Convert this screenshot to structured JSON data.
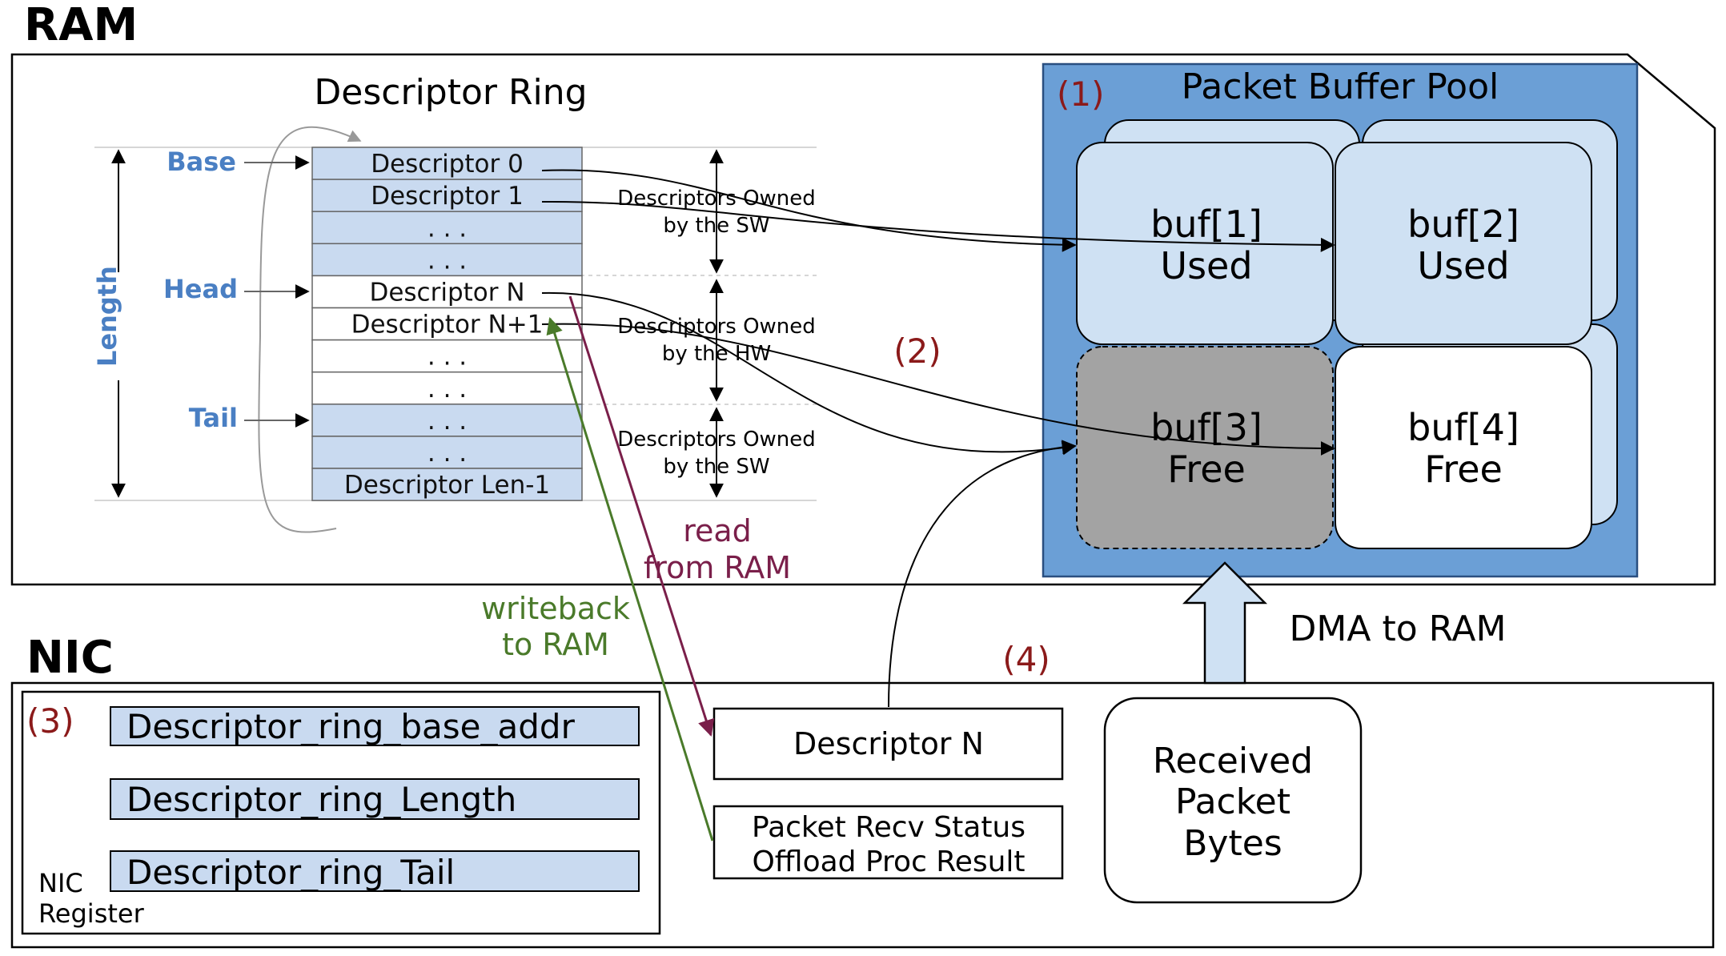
{
  "sections": {
    "ram_title": "RAM",
    "nic_title": "NIC"
  },
  "ring": {
    "title": "Descriptor Ring",
    "pointers": {
      "base": "Base",
      "head": "Head",
      "tail": "Tail",
      "length": "Length"
    },
    "rows": [
      {
        "label": "Descriptor 0",
        "owner": "sw"
      },
      {
        "label": "Descriptor 1",
        "owner": "sw"
      },
      {
        "label": ". . .",
        "owner": "sw"
      },
      {
        "label": ". . .",
        "owner": "sw"
      },
      {
        "label": "Descriptor N",
        "owner": "hw"
      },
      {
        "label": "Descriptor N+1",
        "owner": "hw"
      },
      {
        "label": ". . .",
        "owner": "hw"
      },
      {
        "label": ". . .",
        "owner": "hw"
      },
      {
        "label": ". . .",
        "owner": "sw"
      },
      {
        "label": ". . .",
        "owner": "sw"
      },
      {
        "label": "Descriptor Len-1",
        "owner": "sw"
      }
    ],
    "ownership": [
      {
        "line1": "Descriptors Owned",
        "line2": "by the SW"
      },
      {
        "line1": "Descriptors Owned",
        "line2": "by the HW"
      },
      {
        "line1": "Descriptors Owned",
        "line2": "by the SW"
      }
    ]
  },
  "pool": {
    "marker": "(1)",
    "title": "Packet Buffer Pool",
    "buffers": [
      {
        "name": "buf[1]",
        "state": "Used"
      },
      {
        "name": "buf[2]",
        "state": "Used"
      },
      {
        "name": "buf[3]",
        "state": "Free"
      },
      {
        "name": "buf[4]",
        "state": "Free"
      }
    ]
  },
  "markers": {
    "m2": "(2)",
    "m3": "(3)",
    "m4": "(4)"
  },
  "arrows": {
    "read_l1": "read",
    "read_l2": "from RAM",
    "writeback_l1": "writeback",
    "writeback_l2": "to RAM",
    "dma": "DMA to RAM"
  },
  "nic": {
    "registers": [
      "Descriptor_ring_base_addr",
      "Descriptor_ring_Length",
      "Descriptor_ring_Tail"
    ],
    "reg_caption_l1": "NIC",
    "reg_caption_l2": "Register",
    "descriptor_box": "Descriptor N",
    "status_l1": "Packet Recv Status",
    "status_l2": "Offload Proc Result",
    "received_l1": "Received",
    "received_l2": "Packet",
    "received_l3": "Bytes"
  },
  "colors": {
    "ring_sw_fill": "#c9daf0",
    "pointer_blue": "#4a7fc3",
    "pool_fill": "#6b9fd6",
    "buf_used": "#cfe1f3",
    "buf_free_gray": "#a3a3a3",
    "marker_red": "#8b1a1a",
    "read_arrow": "#7a1f4a",
    "writeback_arrow": "#4a7a2a"
  }
}
